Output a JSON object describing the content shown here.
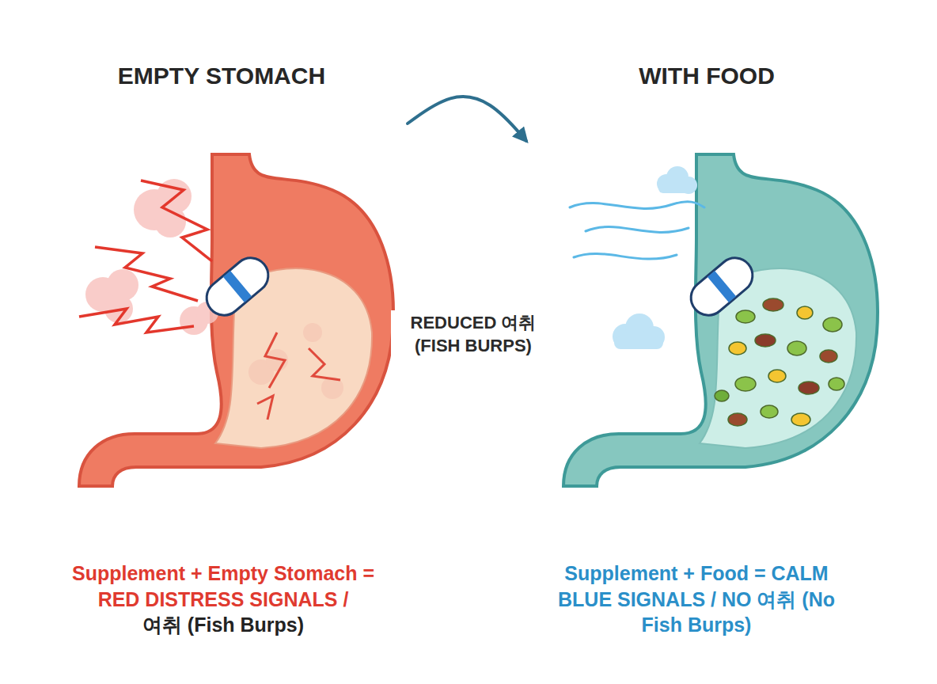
{
  "diagram": {
    "nodes": [
      {
        "text": [
          "EMPTY STOMACH"
        ]
      },
      {
        "text": [
          "WITH FOOD"
        ]
      }
    ],
    "edges": [
      {
        "from": 0,
        "to": 1,
        "label": "REDUCED 여취 (FISH BURPS)",
        "arrow": "to"
      }
    ],
    "labels": [
      "Supplement + Empty Stomach = RED DISTRESS SIGNALS /",
      "여취 (Fish Burps)",
      "Supplement + Food = CALM BLUE SIGNALS / NO 여취 (No Fish Burps)"
    ]
  }
}
